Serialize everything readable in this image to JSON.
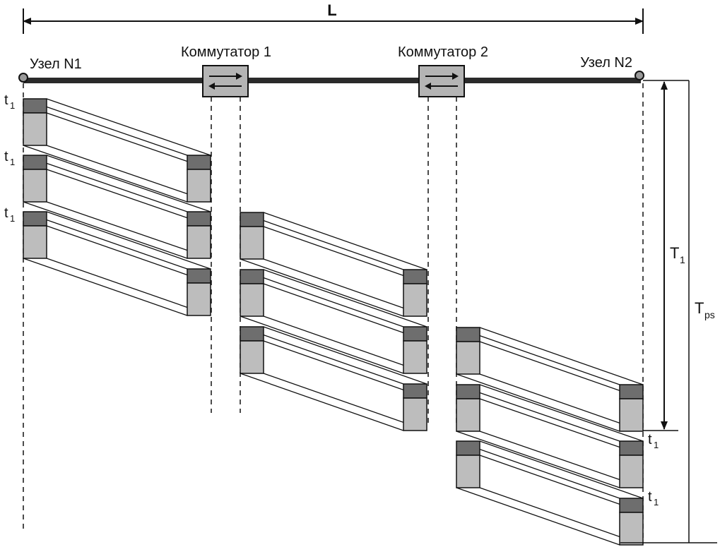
{
  "labels": {
    "length": "L",
    "node1": "Узел N1",
    "node2": "Узел N2",
    "switch1": "Коммутатор 1",
    "switch2": "Коммутатор 2",
    "t_main": "t",
    "t_sub": "1",
    "T1_main": "T",
    "T1_sub": "1",
    "Tps_main": "T",
    "Tps_sub": "ps"
  },
  "colors": {
    "line": "#111111",
    "backbone": "#2a2a2a",
    "header": "#6e6e6e",
    "body": "#bdbdbd",
    "switch_fill": "#b4b4b4",
    "node_fill": "#999999"
  }
}
